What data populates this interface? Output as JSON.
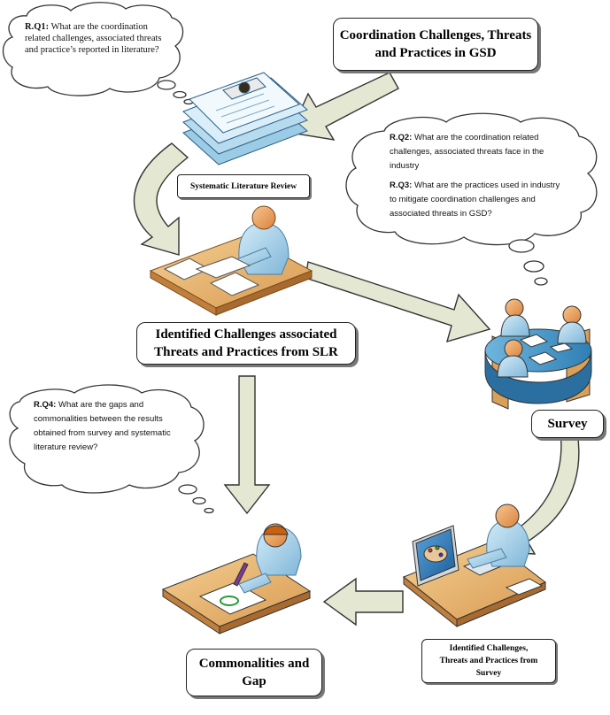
{
  "boxes": {
    "main_title": [
      "Coordination Challenges, Threats",
      "and Practices in GSD"
    ],
    "slr": [
      "Systematic Literature Review"
    ],
    "identified_slr": [
      "Identified Challenges associated",
      "Threats and Practices from SLR"
    ],
    "survey": [
      "Survey"
    ],
    "identified_survey": [
      "Identified Challenges,",
      "Threats and Practices from",
      "Survey"
    ],
    "commonalities": [
      "Commonalities and",
      "Gap"
    ]
  },
  "questions": {
    "rq1": {
      "label": "R.Q1:",
      "text": "What are the coordination related challenges, associated threats and practice’s reported in literature?"
    },
    "rq2": {
      "label": "R.Q2:",
      "text": "What are the coordination related challenges, associated threats face in the industry"
    },
    "rq3": {
      "label": "R.Q3:",
      "text": "What are the practices used in industry to mitigate coordination challenges and associated threats in GSD?"
    },
    "rq4": {
      "label": "R.Q4:",
      "text": "What are the gaps and commonalities between the results obtained from survey and systematic literature review?"
    }
  },
  "colors": {
    "arrow_fill": "#e4e8d2",
    "arrow_stroke": "#333333",
    "skin": "#f0a868",
    "shirt": "#a9d4ea",
    "desk_top": "#e9b774",
    "desk_side": "#b8783a",
    "paper": "#ffffff",
    "doc_blue": "#9ccbe6"
  },
  "icons": [
    "document-stack-icon",
    "person-at-desk-icon",
    "meeting-table-icon",
    "person-at-computer-icon",
    "person-writing-icon"
  ]
}
